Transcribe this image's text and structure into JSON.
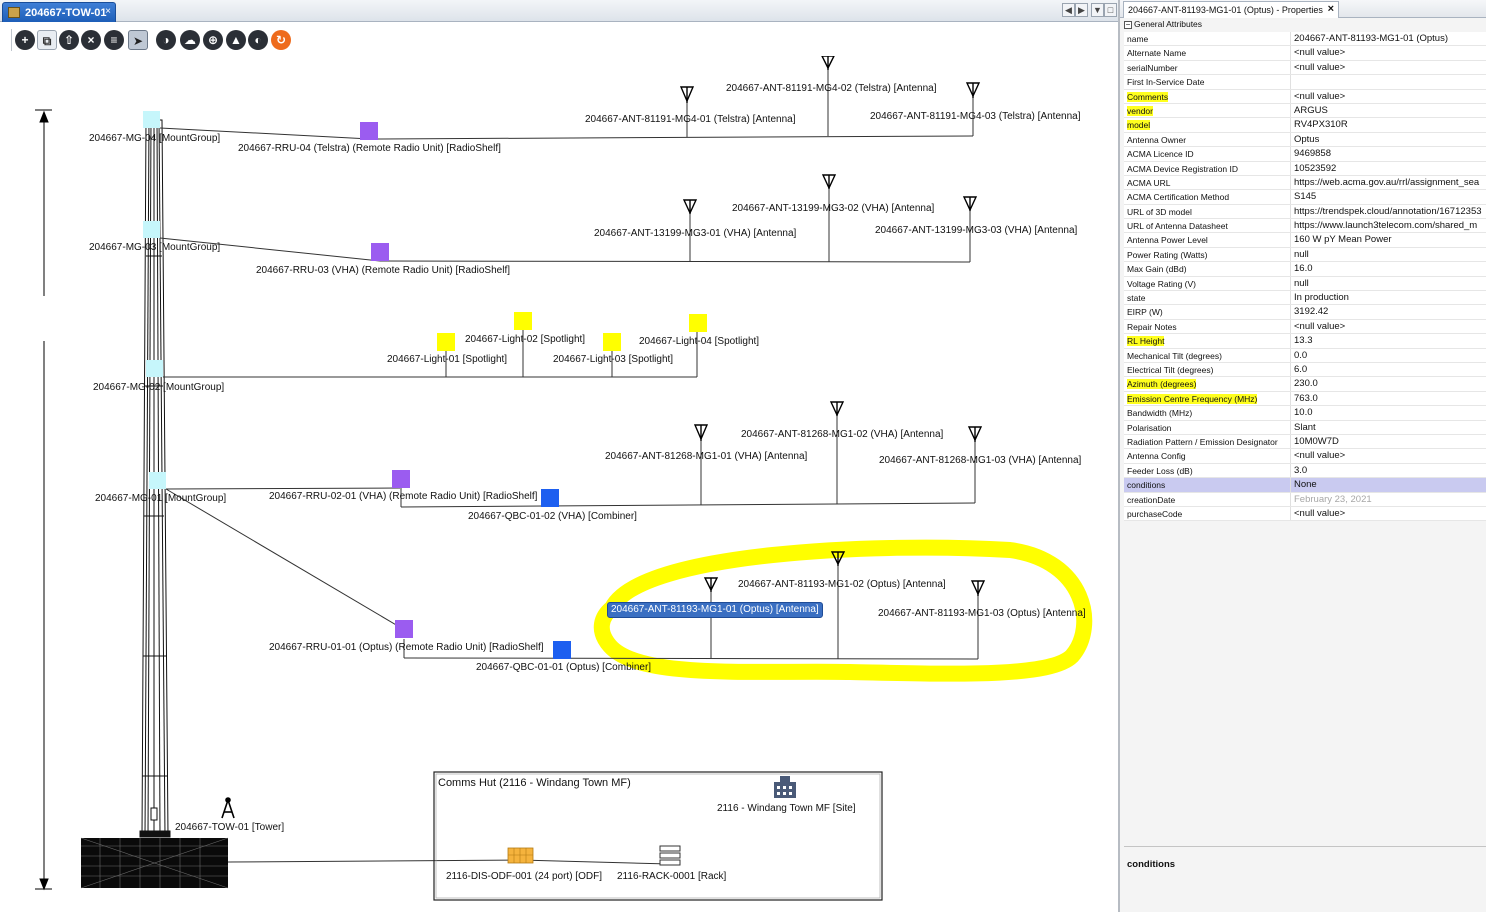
{
  "editor": {
    "tab_label": "204667-TOW-01",
    "tab_close": "×",
    "nav_left": "◀",
    "nav_right": "▶",
    "nav_menu": "▼",
    "nav_max": "□",
    "toolbar_icons": [
      "add-icon",
      "copy-icon",
      "upload-icon",
      "remove-icon",
      "document-icon",
      "pointer-icon",
      "split-icon",
      "cloud-icon",
      "globe-icon",
      "mountain-icon",
      "gauge-icon",
      "refresh-icon"
    ]
  },
  "diagram": {
    "mg04_label": "204667-MG-04 [MountGroup]",
    "mg03_label": "204667-MG-03 [MountGroup]",
    "mg02_label": "204667-MG-02 [MountGroup]",
    "mg01_label": "204667-MG-01 [MountGroup]",
    "rru04_label": "204667-RRU-04 (Telstra) (Remote Radio Unit) [RadioShelf]",
    "ant_81191_01": "204667-ANT-81191-MG4-01 (Telstra) [Antenna]",
    "ant_81191_02": "204667-ANT-81191-MG4-02 (Telstra) [Antenna]",
    "ant_81191_03": "204667-ANT-81191-MG4-03 (Telstra) [Antenna]",
    "rru03_label": "204667-RRU-03 (VHA) (Remote Radio Unit) [RadioShelf]",
    "ant_13199_01": "204667-ANT-13199-MG3-01 (VHA) [Antenna]",
    "ant_13199_02": "204667-ANT-13199-MG3-02 (VHA) [Antenna]",
    "ant_13199_03": "204667-ANT-13199-MG3-03 (VHA) [Antenna]",
    "light01": "204667-Light-01 [Spotlight]",
    "light02": "204667-Light-02 [Spotlight]",
    "light03": "204667-Light-03 [Spotlight]",
    "light04": "204667-Light-04 [Spotlight]",
    "rru0201_label": "204667-RRU-02-01 (VHA) (Remote Radio Unit) [RadioShelf]",
    "qbc0102_label": "204667-QBC-01-02 (VHA) [Combiner]",
    "ant_81268_01": "204667-ANT-81268-MG1-01 (VHA) [Antenna]",
    "ant_81268_02": "204667-ANT-81268-MG1-02 (VHA) [Antenna]",
    "ant_81268_03": "204667-ANT-81268-MG1-03 (VHA) [Antenna]",
    "rru0101_label": "204667-RRU-01-01 (Optus) (Remote Radio Unit) [RadioShelf]",
    "qbc0101_label": "204667-QBC-01-01 (Optus) [Combiner]",
    "ant_81193_01": "204667-ANT-81193-MG1-01 (Optus) [Antenna]",
    "ant_81193_02": "204667-ANT-81193-MG1-02 (Optus) [Antenna]",
    "ant_81193_03": "204667-ANT-81193-MG1-03 (Optus) [Antenna]",
    "tower_label": "204667-TOW-01 [Tower]",
    "hut_title": "Comms Hut (2116 - Windang Town MF)",
    "site_label": "2116 - Windang Town MF [Site]",
    "odf_label": "2116-DIS-ODF-001 (24 port) [ODF]",
    "rack_label": "2116-RACK-0001 [Rack]",
    "colors": {
      "mount_group": "#c6f6fb",
      "radio_unit": "#9b5cf0",
      "combiner": "#1d5ff0",
      "spotlight": "#ffff00",
      "highlight": "#ffff00",
      "selection": "#3a6fc2"
    }
  },
  "properties": {
    "tab_title": "204667-ANT-81193-MG1-01 (Optus) - Properties",
    "tab_close": "×",
    "section_toggle": "−",
    "section_title": "General Attributes",
    "rows": [
      {
        "name": "name",
        "value": "204667-ANT-81193-MG1-01 (Optus)",
        "hl": false
      },
      {
        "name": "Alternate Name",
        "value": "<null value>",
        "hl": false
      },
      {
        "name": "serialNumber",
        "value": "<null value>",
        "hl": false
      },
      {
        "name": "First In-Service Date",
        "value": "",
        "hl": false
      },
      {
        "name": "Comments",
        "value": "<null value>",
        "hl": true
      },
      {
        "name": "vendor",
        "value": "ARGUS",
        "hl": true
      },
      {
        "name": "model",
        "value": "RV4PX310R",
        "hl": true
      },
      {
        "name": "Antenna Owner",
        "value": "Optus",
        "hl": false
      },
      {
        "name": "ACMA Licence ID",
        "value": "9469858",
        "hl": false
      },
      {
        "name": "ACMA Device Registration ID",
        "value": "10523592",
        "hl": false
      },
      {
        "name": "ACMA URL",
        "value": "https://web.acma.gov.au/rrl/assignment_sea",
        "hl": false
      },
      {
        "name": "ACMA Certification Method",
        "value": "S145",
        "hl": false
      },
      {
        "name": "URL of 3D model",
        "value": "https://trendspek.cloud/annotation/16712353",
        "hl": false
      },
      {
        "name": "URL of Antenna Datasheet",
        "value": "https://www.launch3telecom.com/shared_m",
        "hl": false
      },
      {
        "name": "Antenna Power Level",
        "value": "160 W pY Mean Power",
        "hl": false
      },
      {
        "name": "Power Rating (Watts)",
        "value": "null",
        "hl": false
      },
      {
        "name": "Max Gain (dBd)",
        "value": "16.0",
        "hl": false
      },
      {
        "name": "Voltage Rating (V)",
        "value": "null",
        "hl": false
      },
      {
        "name": "state",
        "value": "In production",
        "hl": false
      },
      {
        "name": "EIRP (W)",
        "value": "3192.42",
        "hl": false
      },
      {
        "name": "Repair Notes",
        "value": "<null value>",
        "hl": false
      },
      {
        "name": "RL Height",
        "value": "13.3",
        "hl": true
      },
      {
        "name": "Mechanical Tilt (degrees)",
        "value": "0.0",
        "hl": false
      },
      {
        "name": "Electrical Tilt (degrees)",
        "value": "6.0",
        "hl": false
      },
      {
        "name": "Azimuth (degrees)",
        "value": "230.0",
        "hl": true
      },
      {
        "name": "Emission Centre Frequency (MHz)",
        "value": "763.0",
        "hl": true
      },
      {
        "name": "Bandwidth (MHz)",
        "value": "10.0",
        "hl": false
      },
      {
        "name": "Polarisation",
        "value": "Slant",
        "hl": false
      },
      {
        "name": "Radiation Pattern / Emission Designator",
        "value": "10M0W7D",
        "hl": false
      },
      {
        "name": "Antenna Config",
        "value": "<null value>",
        "hl": false
      },
      {
        "name": "Feeder Loss (dB)",
        "value": "3.0",
        "hl": false
      },
      {
        "name": "conditions",
        "value": "None",
        "hl": false,
        "selected": true
      },
      {
        "name": "creationDate",
        "value": "February 23, 2021",
        "hl": false,
        "muted": true
      },
      {
        "name": "purchaseCode",
        "value": "<null value>",
        "hl": false
      }
    ],
    "description_title": "conditions"
  }
}
